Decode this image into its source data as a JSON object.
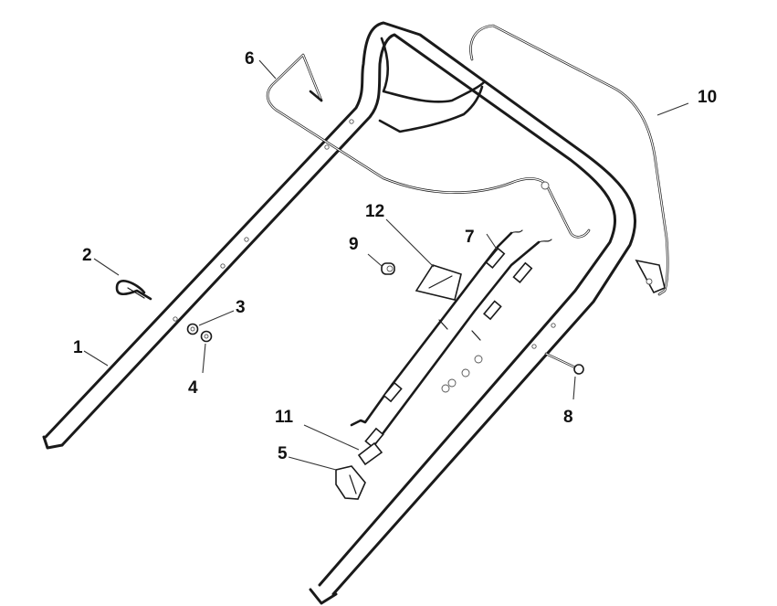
{
  "diagram": {
    "title": "Handle assembly exploded parts view",
    "background": "#ffffff",
    "line_color": "#1a1a1a",
    "callouts": [
      {
        "id": "1",
        "label": "1",
        "part": "lower-handle-tube"
      },
      {
        "id": "2",
        "label": "2",
        "part": "cable-hook"
      },
      {
        "id": "3",
        "label": "3",
        "part": "washer"
      },
      {
        "id": "4",
        "label": "4",
        "part": "nut"
      },
      {
        "id": "5",
        "label": "5",
        "part": "cable-clip"
      },
      {
        "id": "6",
        "label": "6",
        "part": "control-bail-wire"
      },
      {
        "id": "7",
        "label": "7",
        "part": "control-cable"
      },
      {
        "id": "8",
        "label": "8",
        "part": "bolt"
      },
      {
        "id": "9",
        "label": "9",
        "part": "knob-nut"
      },
      {
        "id": "10",
        "label": "10",
        "part": "drive-bail-bar"
      },
      {
        "id": "11",
        "label": "11",
        "part": "cable-spring"
      },
      {
        "id": "12",
        "label": "12",
        "part": "cable-guide-clip"
      }
    ]
  }
}
